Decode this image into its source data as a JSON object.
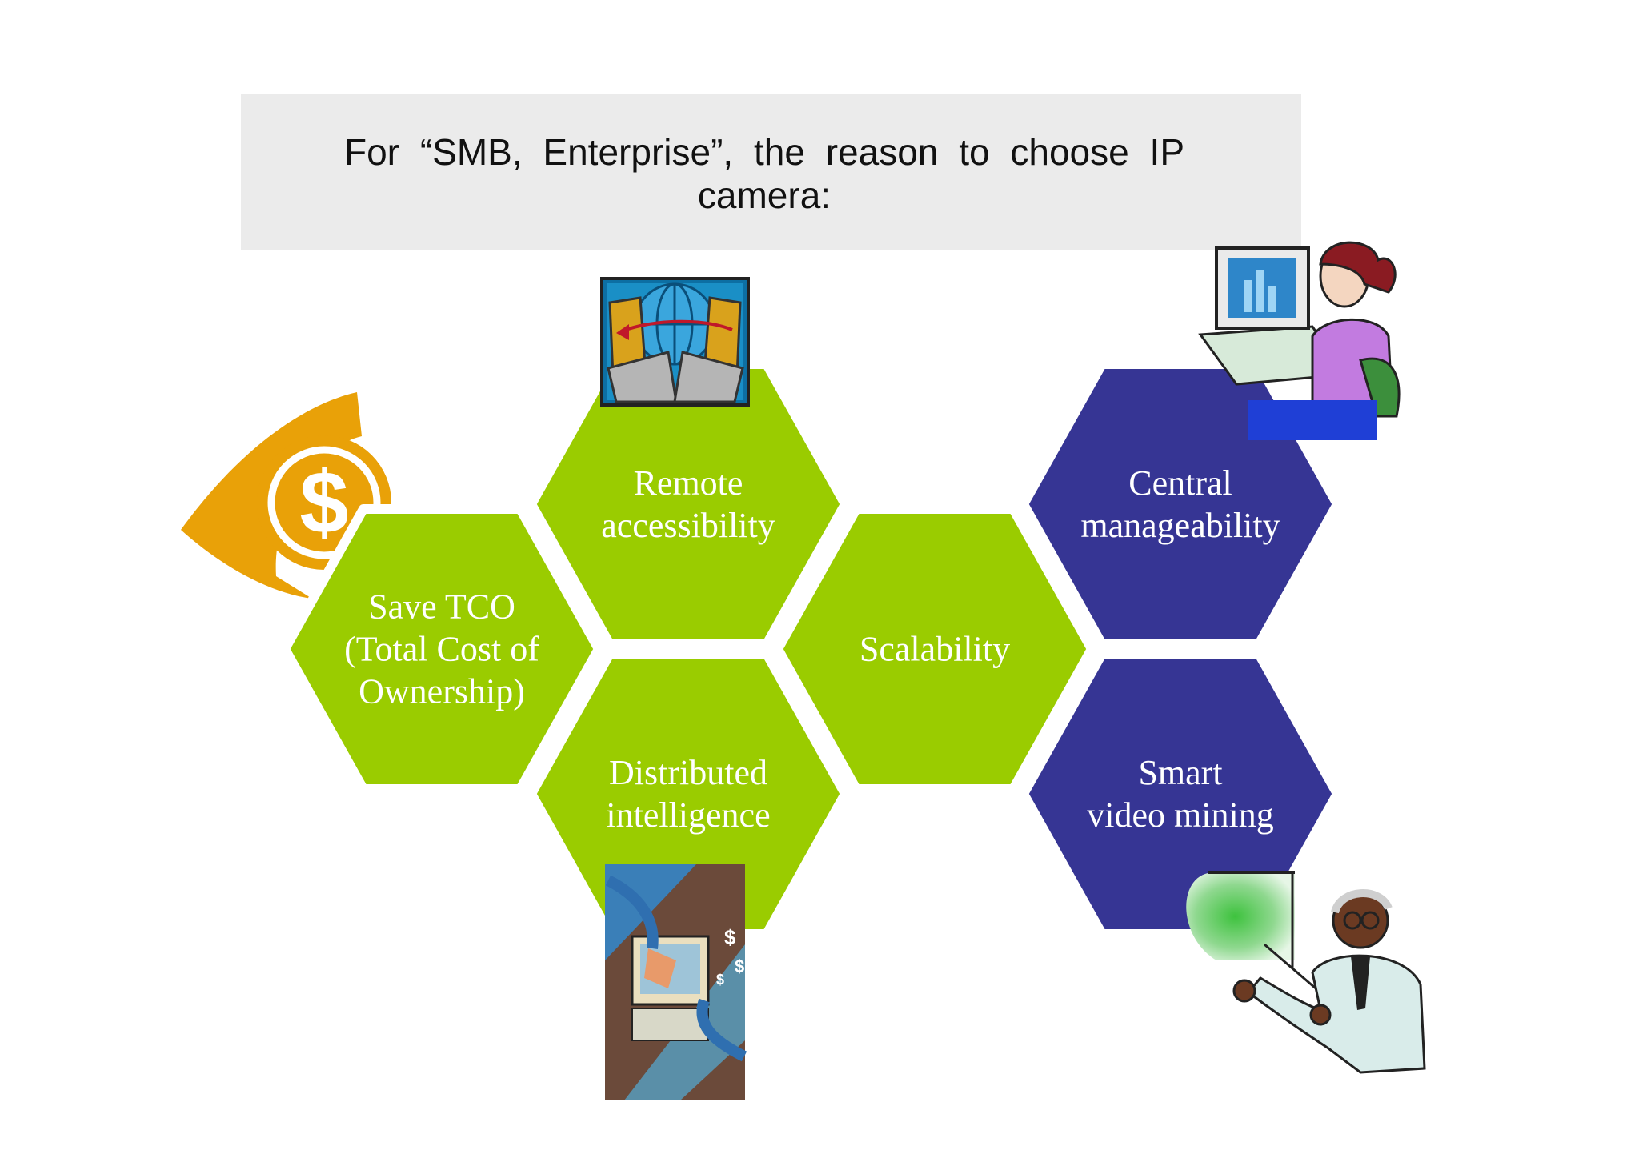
{
  "title": "For “SMB, Enterprise”, the reason to choose IP camera:",
  "colors": {
    "title_background": "#ebebeb",
    "green_hex": "#9acc00",
    "blue_hex": "#363594",
    "coin_orange": "#e9a108"
  },
  "hexagons": [
    {
      "id": "save-tco",
      "color": "green",
      "lines": [
        "Save TCO",
        "(Total Cost of",
        "Ownership)"
      ]
    },
    {
      "id": "remote-accessibility",
      "color": "green",
      "lines": [
        "Remote",
        "accessibility"
      ]
    },
    {
      "id": "distributed-intelligence",
      "color": "green",
      "lines": [
        "Distributed",
        "intelligence"
      ]
    },
    {
      "id": "scalability",
      "color": "green",
      "lines": [
        "Scalability"
      ]
    },
    {
      "id": "central-manageability",
      "color": "blue",
      "lines": [
        "Central",
        "manageability"
      ]
    },
    {
      "id": "smart-video-mining",
      "color": "blue",
      "lines": [
        "Smart",
        "video mining"
      ]
    }
  ],
  "clipart": [
    "dollar-coin-icon",
    "network-computers-icon",
    "office-worker-icon",
    "abstract-collage-icon",
    "presenter-icon"
  ]
}
